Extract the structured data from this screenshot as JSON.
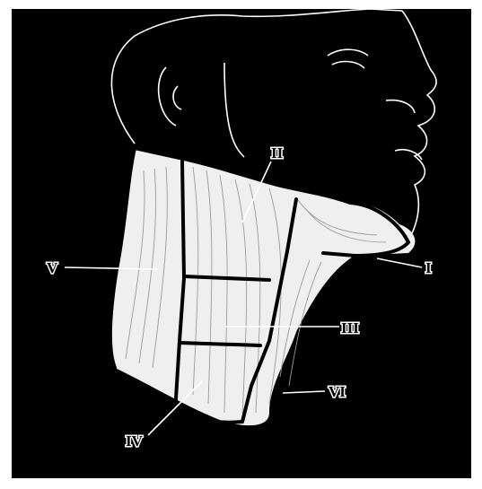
{
  "colors": {
    "background": "#000000",
    "frame": "#ffffff",
    "line": "#ffffff",
    "boundary": "#000000",
    "tissue": "#efefef"
  },
  "labels": {
    "level_1": "I",
    "level_2": "II",
    "level_3": "III",
    "level_4": "IV",
    "level_5": "V",
    "level_6": "VI"
  }
}
